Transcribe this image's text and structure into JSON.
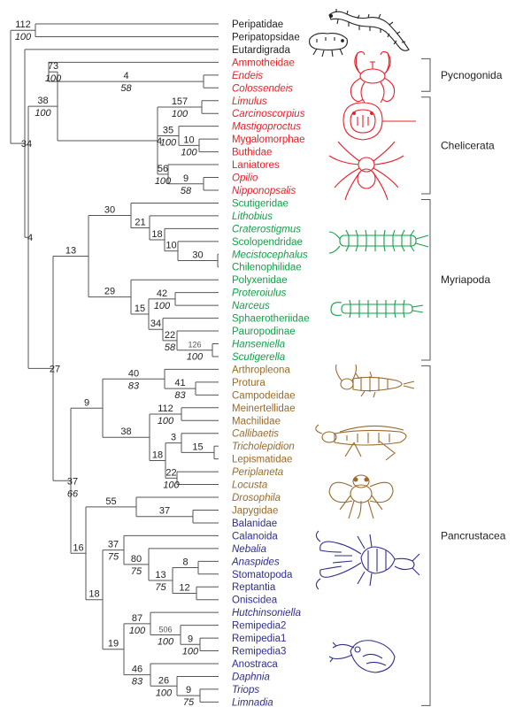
{
  "colors": {
    "black": "#222222",
    "red": "#e8202a",
    "green": "#12a048",
    "brown": "#9a6a2a",
    "blue": "#2e2e8c",
    "branch": "#555555"
  },
  "taxa": [
    {
      "id": "peripatidae",
      "label": "Peripatidae",
      "italic": false,
      "color": "black"
    },
    {
      "id": "peripatopsidae",
      "label": "Peripatopsidae",
      "italic": false,
      "color": "black"
    },
    {
      "id": "eutardigrada",
      "label": "Eutardigrada",
      "italic": false,
      "color": "black"
    },
    {
      "id": "ammotheidae",
      "label": "Ammotheidae",
      "italic": false,
      "color": "red"
    },
    {
      "id": "endeis",
      "label": "Endeis",
      "italic": true,
      "color": "red"
    },
    {
      "id": "colossendeis",
      "label": "Colossendeis",
      "italic": true,
      "color": "red"
    },
    {
      "id": "limulus",
      "label": "Limulus",
      "italic": true,
      "color": "red"
    },
    {
      "id": "carcinoscorpius",
      "label": "Carcinoscorpius",
      "italic": true,
      "color": "red"
    },
    {
      "id": "mastigoproctus",
      "label": "Mastigoproctus",
      "italic": true,
      "color": "red"
    },
    {
      "id": "mygalomorphae",
      "label": "Mygalomorphae",
      "italic": false,
      "color": "red"
    },
    {
      "id": "buthidae",
      "label": "Buthidae",
      "italic": false,
      "color": "red"
    },
    {
      "id": "laniatores",
      "label": "Laniatores",
      "italic": false,
      "color": "red"
    },
    {
      "id": "opilio",
      "label": "Opilio",
      "italic": true,
      "color": "red"
    },
    {
      "id": "nipponopsalis",
      "label": "Nipponopsalis",
      "italic": true,
      "color": "red"
    },
    {
      "id": "scutigeridae",
      "label": "Scutigeridae",
      "italic": false,
      "color": "green"
    },
    {
      "id": "lithobius",
      "label": "Lithobius",
      "italic": true,
      "color": "green"
    },
    {
      "id": "craterostigmus",
      "label": "Craterostigmus",
      "italic": true,
      "color": "green"
    },
    {
      "id": "scolopendridae",
      "label": "Scolopendridae",
      "italic": false,
      "color": "green"
    },
    {
      "id": "mecistocephalus",
      "label": "Mecistocephalus",
      "italic": true,
      "color": "green"
    },
    {
      "id": "chilenophilidae",
      "label": "Chilenophilidae",
      "italic": false,
      "color": "green"
    },
    {
      "id": "polyxenidae",
      "label": "Polyxenidae",
      "italic": false,
      "color": "green"
    },
    {
      "id": "proteroiulus",
      "label": "Proteroiulus",
      "italic": true,
      "color": "green"
    },
    {
      "id": "narceus",
      "label": "Narceus",
      "italic": true,
      "color": "green"
    },
    {
      "id": "sphaerotheriidae",
      "label": "Sphaerotheriidae",
      "italic": false,
      "color": "green"
    },
    {
      "id": "pauropodinae",
      "label": "Pauropodinae",
      "italic": false,
      "color": "green"
    },
    {
      "id": "hanseniella",
      "label": "Hanseniella",
      "italic": true,
      "color": "green"
    },
    {
      "id": "scutigerella",
      "label": "Scutigerella",
      "italic": true,
      "color": "green"
    },
    {
      "id": "arthropleona",
      "label": "Arthropleona",
      "italic": false,
      "color": "brown"
    },
    {
      "id": "protura",
      "label": "Protura",
      "italic": false,
      "color": "brown"
    },
    {
      "id": "campodeidae",
      "label": "Campodeidae",
      "italic": false,
      "color": "brown"
    },
    {
      "id": "meinertellidae",
      "label": "Meinertellidae",
      "italic": false,
      "color": "brown"
    },
    {
      "id": "machilidae",
      "label": "Machilidae",
      "italic": false,
      "color": "brown"
    },
    {
      "id": "callibaetis",
      "label": "Callibaetis",
      "italic": true,
      "color": "brown"
    },
    {
      "id": "tricholepidion",
      "label": "Tricholepidion",
      "italic": true,
      "color": "brown"
    },
    {
      "id": "lepismatidae",
      "label": "Lepismatidae",
      "italic": false,
      "color": "brown"
    },
    {
      "id": "periplaneta",
      "label": "Periplaneta",
      "italic": true,
      "color": "brown"
    },
    {
      "id": "locusta",
      "label": "Locusta",
      "italic": true,
      "color": "brown"
    },
    {
      "id": "drosophila",
      "label": "Drosophila",
      "italic": true,
      "color": "brown"
    },
    {
      "id": "japygidae",
      "label": "Japygidae",
      "italic": false,
      "color": "brown"
    },
    {
      "id": "balanidae",
      "label": "Balanidae",
      "italic": false,
      "color": "blue"
    },
    {
      "id": "calanoida",
      "label": "Calanoida",
      "italic": false,
      "color": "blue"
    },
    {
      "id": "nebalia",
      "label": "Nebalia",
      "italic": true,
      "color": "blue"
    },
    {
      "id": "anaspides",
      "label": "Anaspides",
      "italic": true,
      "color": "blue"
    },
    {
      "id": "stomatopoda",
      "label": "Stomatopoda",
      "italic": false,
      "color": "blue"
    },
    {
      "id": "reptantia",
      "label": "Reptantia",
      "italic": false,
      "color": "blue"
    },
    {
      "id": "oniscidea",
      "label": "Oniscidea",
      "italic": false,
      "color": "blue"
    },
    {
      "id": "hutchinsoniella",
      "label": "Hutchinsoniella",
      "italic": true,
      "color": "blue"
    },
    {
      "id": "remipedia2",
      "label": "Remipedia2",
      "italic": false,
      "color": "blue"
    },
    {
      "id": "remipedia1",
      "label": "Remipedia1",
      "italic": false,
      "color": "blue"
    },
    {
      "id": "remipedia3",
      "label": "Remipedia3",
      "italic": false,
      "color": "blue"
    },
    {
      "id": "anostraca",
      "label": "Anostraca",
      "italic": false,
      "color": "blue"
    },
    {
      "id": "daphnia",
      "label": "Daphnia",
      "italic": true,
      "color": "blue"
    },
    {
      "id": "triops",
      "label": "Triops",
      "italic": true,
      "color": "blue"
    },
    {
      "id": "limnadia",
      "label": "Limnadia",
      "italic": true,
      "color": "blue"
    }
  ],
  "node_labels": [
    {
      "id": "n-onychophora",
      "support": "112",
      "bootstrap": "100"
    },
    {
      "id": "n-pycnogonida",
      "support": "73",
      "bootstrap": "100"
    },
    {
      "id": "n-endeis-colossendeis",
      "support": "4",
      "bootstrap": "58"
    },
    {
      "id": "n-xiphosura",
      "support": "157",
      "bootstrap": "100"
    },
    {
      "id": "n-arachnida",
      "support": "35",
      "bootstrap": "100"
    },
    {
      "id": "n-mygalo-buthidae",
      "support": "10",
      "bootstrap": "100"
    },
    {
      "id": "n-euchelicerata",
      "support": "4",
      "bootstrap": ""
    },
    {
      "id": "n-opiliones",
      "support": "56",
      "bootstrap": "100"
    },
    {
      "id": "n-opilio-nipponopsalis",
      "support": "9",
      "bootstrap": "58"
    },
    {
      "id": "n-chelicerata",
      "support": "38",
      "bootstrap": "100"
    },
    {
      "id": "n-ingroup",
      "support": "34",
      "bootstrap": ""
    },
    {
      "id": "n-arthropoda",
      "support": "4",
      "bootstrap": ""
    },
    {
      "id": "n-chilopoda",
      "support": "30",
      "bootstrap": ""
    },
    {
      "id": "n-pleurostigmophora",
      "support": "21",
      "bootstrap": ""
    },
    {
      "id": "n-phylactometria",
      "support": "18",
      "bootstrap": ""
    },
    {
      "id": "n-epimorpha",
      "support": "10",
      "bootstrap": ""
    },
    {
      "id": "n-geophilomorpha",
      "support": "30",
      "bootstrap": ""
    },
    {
      "id": "n-myriapoda",
      "support": "13",
      "bootstrap": ""
    },
    {
      "id": "n-progoneata",
      "support": "29",
      "bootstrap": ""
    },
    {
      "id": "n-diplopoda-juliformia",
      "support": "42",
      "bootstrap": "100"
    },
    {
      "id": "n-chilognatha",
      "support": "15",
      "bootstrap": ""
    },
    {
      "id": "n-pauropoda-symphyla",
      "support": "34",
      "bootstrap": ""
    },
    {
      "id": "n-edafopoda",
      "support": "22",
      "bootstrap": "58"
    },
    {
      "id": "n-symphyla",
      "support": "126",
      "bootstrap": "100"
    },
    {
      "id": "n-mandibulata",
      "support": "27",
      "bootstrap": ""
    },
    {
      "id": "n-entognatha",
      "support": "40",
      "bootstrap": "83"
    },
    {
      "id": "n-protura-diplura",
      "support": "41",
      "bootstrap": "83"
    },
    {
      "id": "n-hexapoda",
      "support": "9",
      "bootstrap": ""
    },
    {
      "id": "n-archaeognatha",
      "support": "112",
      "bootstrap": "100"
    },
    {
      "id": "n-insecta",
      "support": "38",
      "bootstrap": ""
    },
    {
      "id": "n-dicondylia",
      "support": "3",
      "bootstrap": ""
    },
    {
      "id": "n-zygentoma",
      "support": "15",
      "bootstrap": ""
    },
    {
      "id": "n-pterygota",
      "support": "18",
      "bootstrap": ""
    },
    {
      "id": "n-polyneoptera",
      "support": "22",
      "bootstrap": "100"
    },
    {
      "id": "n-pancrustacea",
      "support": "37",
      "bootstrap": "66"
    },
    {
      "id": "n-drosophila-balanidae",
      "support": "55",
      "bootstrap": ""
    },
    {
      "id": "n-japygidae-balanidae",
      "support": "37",
      "bootstrap": ""
    },
    {
      "id": "n-crustacea-a",
      "support": "16",
      "bootstrap": ""
    },
    {
      "id": "n-malacostraca-cal",
      "support": "37",
      "bootstrap": "75"
    },
    {
      "id": "n-malacostraca",
      "support": "80",
      "bootstrap": "75"
    },
    {
      "id": "n-eumalacostraca",
      "support": "13",
      "bootstrap": "75"
    },
    {
      "id": "n-anaspides-stomatopoda",
      "support": "8",
      "bootstrap": ""
    },
    {
      "id": "n-reptantia-oniscidea",
      "support": "12",
      "bootstrap": ""
    },
    {
      "id": "n-crustacea-b",
      "support": "18",
      "bootstrap": ""
    },
    {
      "id": "n-xenocarida",
      "support": "87",
      "bootstrap": "100"
    },
    {
      "id": "n-remipedia",
      "support": "506",
      "bootstrap": "100"
    },
    {
      "id": "n-remipedia13",
      "support": "9",
      "bootstrap": "100"
    },
    {
      "id": "n-crustacea-c",
      "support": "19",
      "bootstrap": ""
    },
    {
      "id": "n-branchiopoda",
      "support": "46",
      "bootstrap": "83"
    },
    {
      "id": "n-phyllopoda",
      "support": "26",
      "bootstrap": "100"
    },
    {
      "id": "n-triops-limnadia",
      "support": "9",
      "bootstrap": "75"
    }
  ],
  "clades": [
    {
      "id": "pycnogonida",
      "label": "Pycnogonida"
    },
    {
      "id": "chelicerata",
      "label": "Chelicerata"
    },
    {
      "id": "myriapoda",
      "label": "Myriapoda"
    },
    {
      "id": "pancrustacea",
      "label": "Pancrustacea"
    }
  ],
  "illustrations": [
    {
      "id": "velvet-worm-illustration",
      "color": "black"
    },
    {
      "id": "tardigrade-illustration",
      "color": "black"
    },
    {
      "id": "sea-spider-illustration",
      "color": "red"
    },
    {
      "id": "horseshoe-crab-illustration",
      "color": "red"
    },
    {
      "id": "spider-illustration",
      "color": "red"
    },
    {
      "id": "centipede-illustration",
      "color": "green"
    },
    {
      "id": "millipede-illustration",
      "color": "green"
    },
    {
      "id": "silverfish-illustration",
      "color": "brown"
    },
    {
      "id": "grasshopper-illustration",
      "color": "brown"
    },
    {
      "id": "fly-illustration",
      "color": "brown"
    },
    {
      "id": "crayfish-illustration",
      "color": "blue"
    },
    {
      "id": "water-flea-illustration",
      "color": "blue"
    }
  ]
}
